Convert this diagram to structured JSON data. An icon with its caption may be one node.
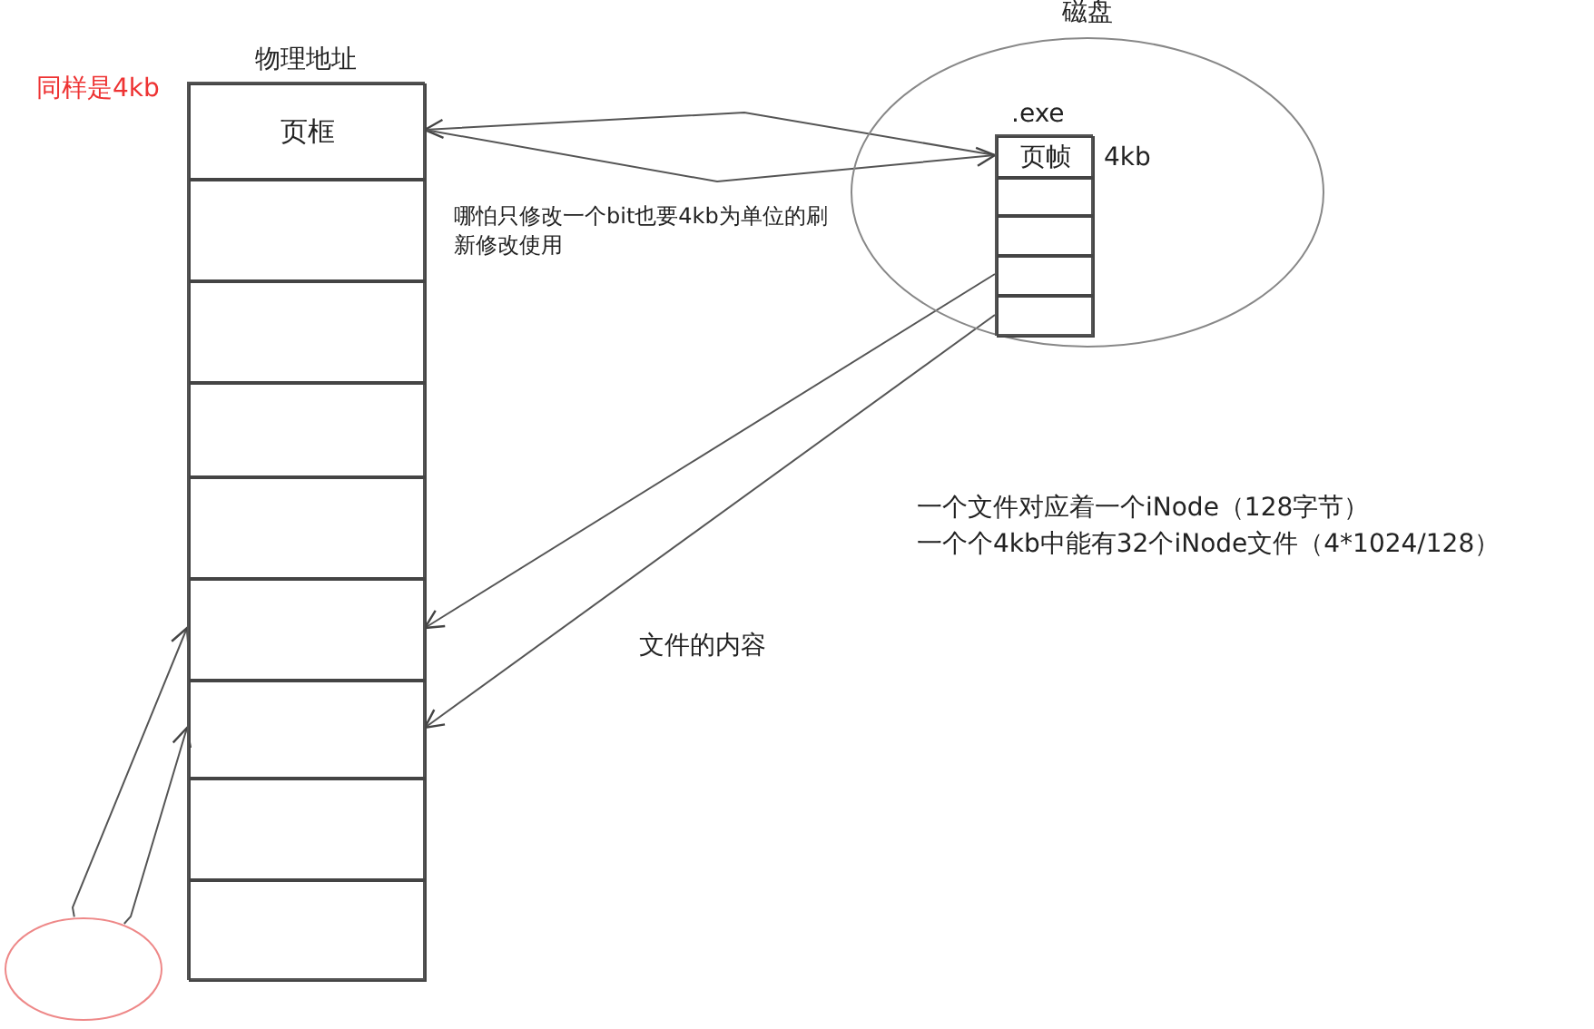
{
  "diagram": {
    "nodes": [
      {
        "text": [
          "物理地址"
        ]
      },
      {
        "text": [
          "页框"
        ],
        "in": 0
      },
      {
        "text": [],
        "shape": "box",
        "in": 0
      },
      {
        "text": [],
        "shape": "box",
        "in": 0
      },
      {
        "text": [],
        "shape": "box",
        "in": 0
      },
      {
        "text": [],
        "shape": "box",
        "in": 0
      },
      {
        "text": [],
        "shape": "box",
        "in": 0
      },
      {
        "text": [],
        "shape": "box",
        "in": 0
      },
      {
        "text": [],
        "shape": "box",
        "in": 0
      },
      {
        "text": [],
        "shape": "box",
        "in": 0
      },
      {
        "text": [
          "磁盘"
        ]
      },
      {
        "text": [
          ".exe"
        ],
        "in": 10
      },
      {
        "text": [
          "页帧"
        ],
        "beside": [
          "4kb"
        ],
        "in": 11
      },
      {
        "text": [],
        "shape": "box",
        "in": 11
      },
      {
        "text": [],
        "shape": "box",
        "in": 11
      },
      {
        "text": [],
        "shape": "box",
        "in": 11
      },
      {
        "text": [],
        "shape": "box",
        "in": 11
      },
      {
        "text": [],
        "shape": "circle"
      }
    ],
    "edges": [
      {
        "from": 12,
        "to": 1,
        "arrow": "to"
      },
      {
        "from": 1,
        "to": 12,
        "arrow": "to"
      },
      {
        "from": 15,
        "to": 6,
        "arrow": "to"
      },
      {
        "from": 16,
        "to": 7,
        "arrow": "to"
      },
      {
        "from": 17,
        "to": 6,
        "arrow": "to"
      },
      {
        "from": 17,
        "to": 7,
        "arrow": "to"
      }
    ],
    "labels": [
      "同样是4kb",
      "哪怕只修改一个bit也要4kb为单位的刷新修改使用",
      "一个文件对应着一个iNode（128字节）",
      "一个个4kb中能有32个iNode文件（4*1024/128）",
      "文件的内容"
    ]
  }
}
